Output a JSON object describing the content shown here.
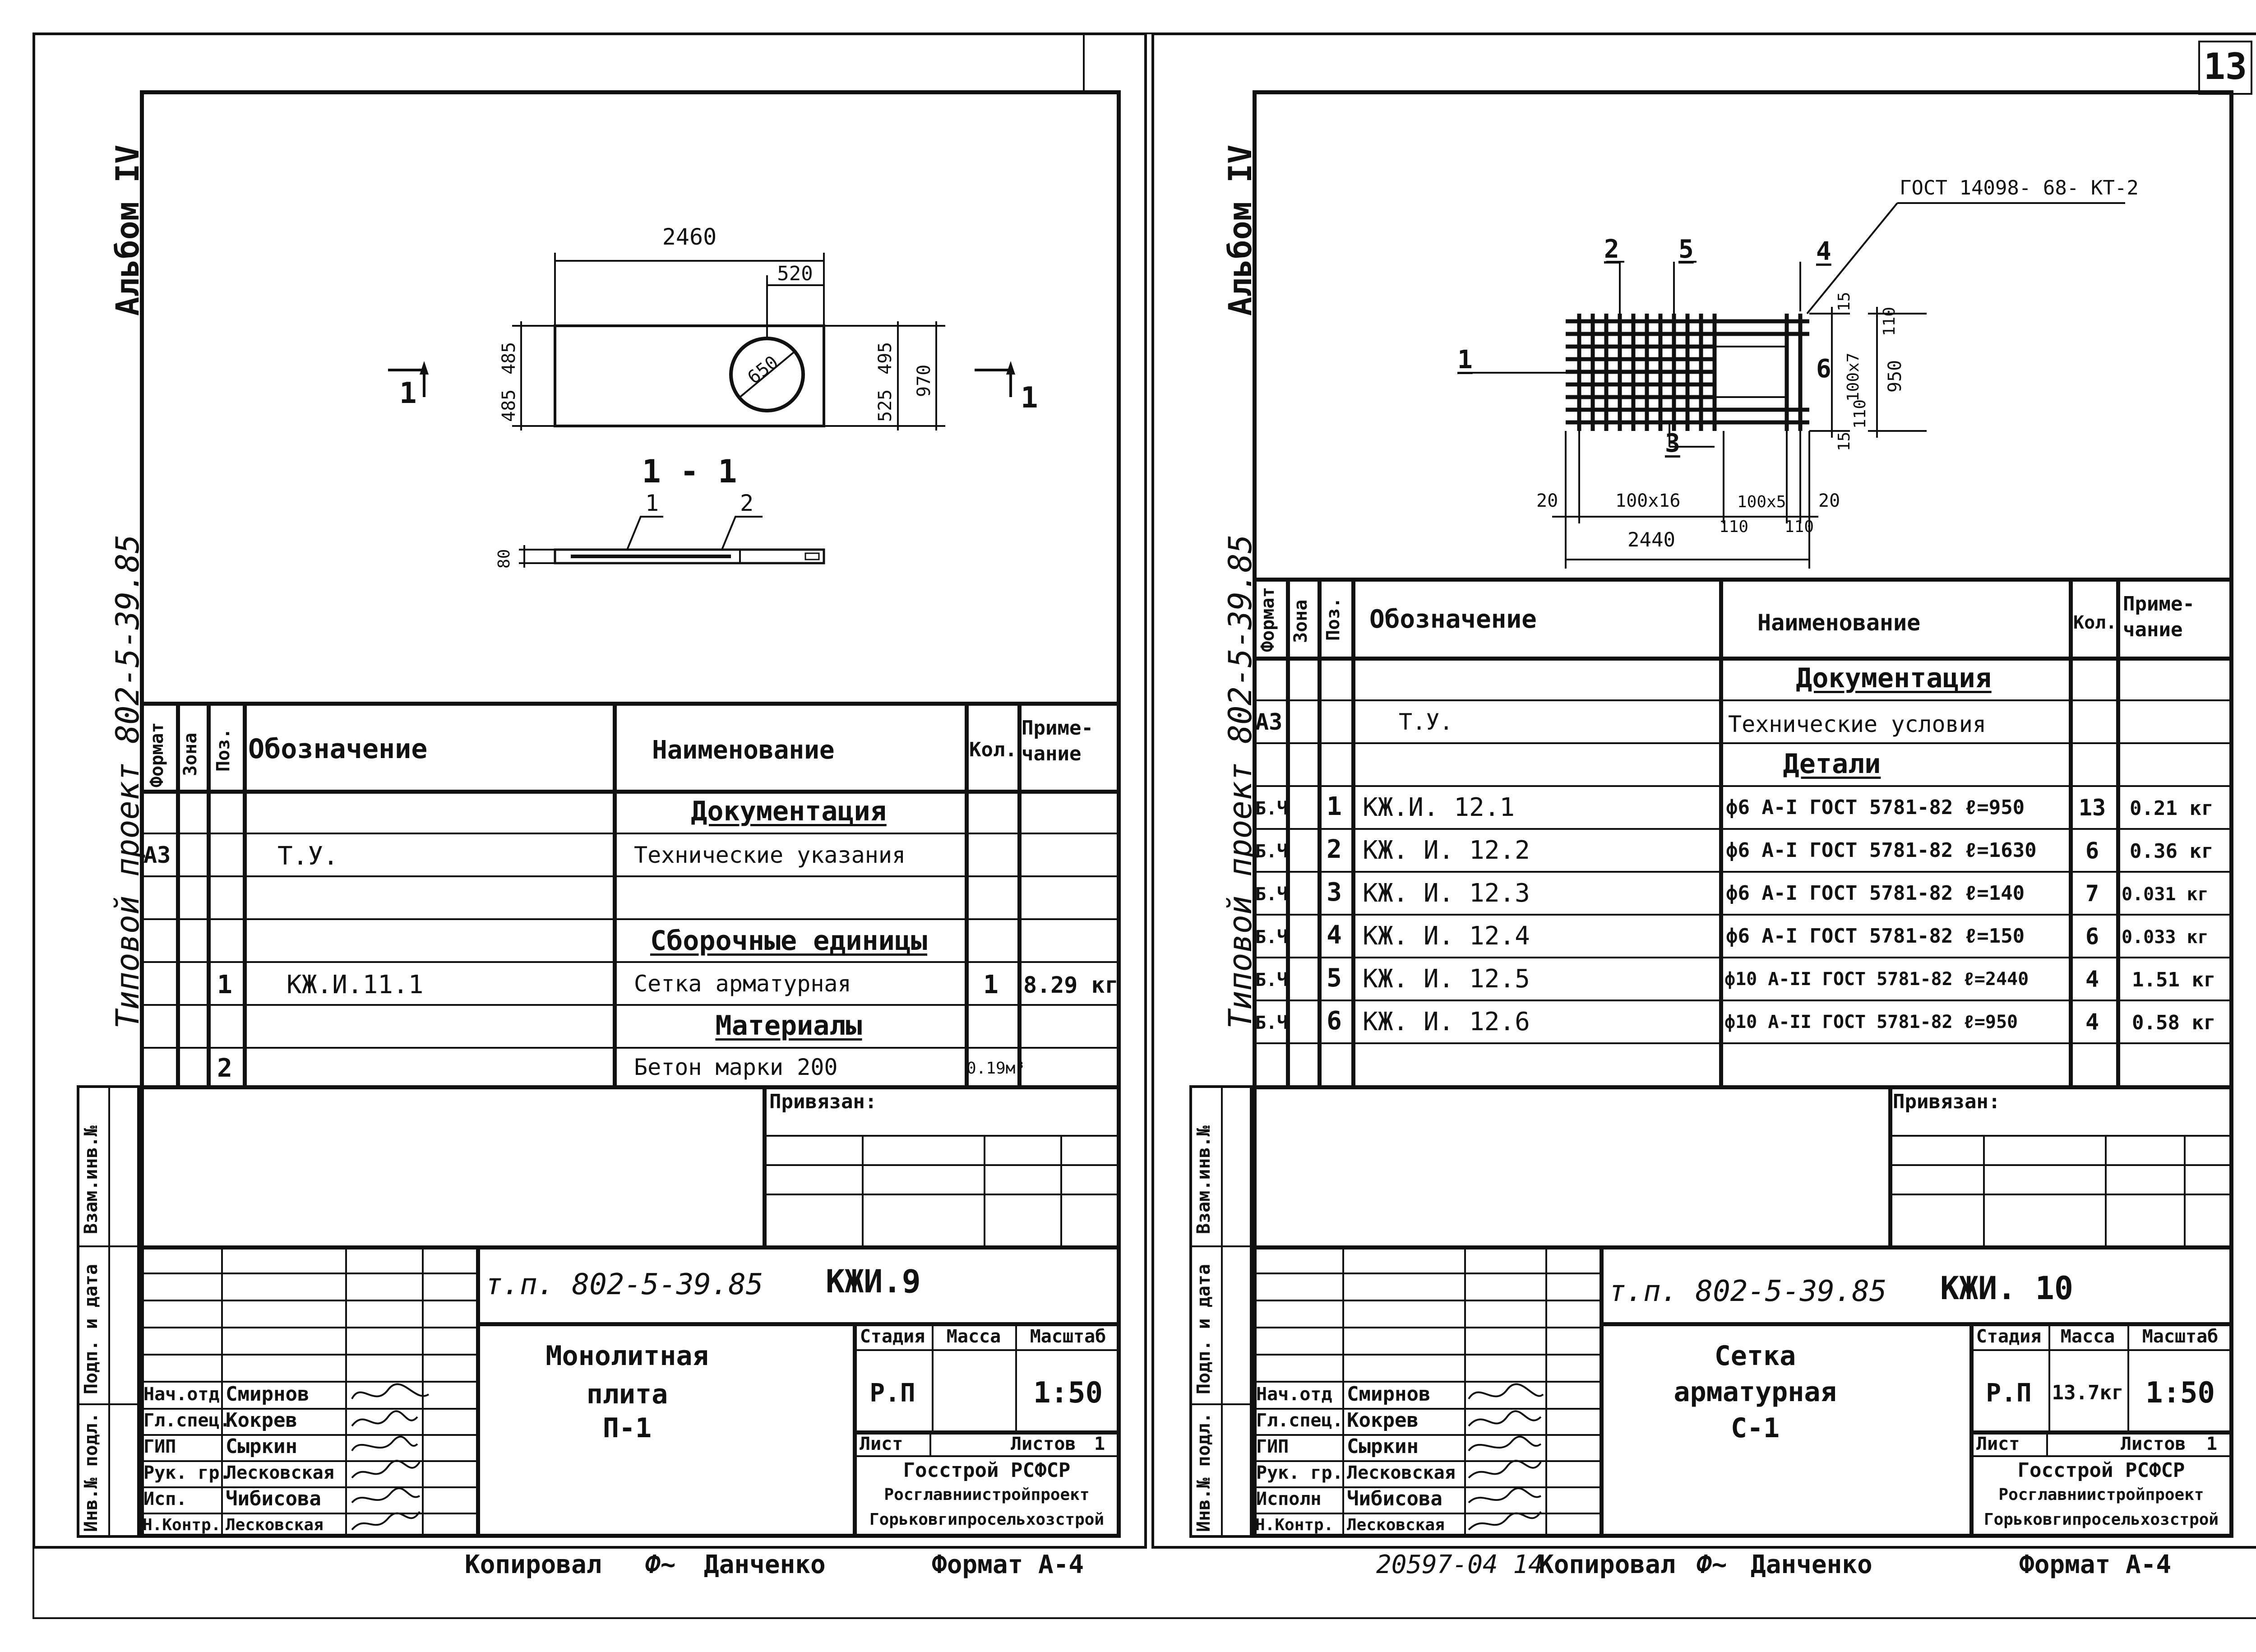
{
  "sheet_number": "13",
  "left": {
    "album": "Альбом IV",
    "project": "Типовой проект 802-5-39.85",
    "drawing": {
      "dims": {
        "width": "2460",
        "hole_offset": "520",
        "hole_dia": "650",
        "h_left_top": "485",
        "h_left_bot": "485",
        "h_right_top": "495",
        "h_right_bot": "525",
        "h_total": "970",
        "thickness": "80"
      },
      "section_label": "1 - 1",
      "cut_mark": "1",
      "leader1": "1",
      "leader2": "2"
    },
    "table": {
      "headers": {
        "format": "Формат",
        "zone": "Зона",
        "pos": "Поз.",
        "designation": "Обозначение",
        "name": "Наименование",
        "qty": "Кол.",
        "note": "Приме-чание"
      },
      "rows": [
        {
          "format": "",
          "pos": "",
          "designation": "",
          "name": "Документация",
          "qty": "",
          "note": "",
          "section": true
        },
        {
          "format": "А3",
          "pos": "",
          "designation": "Т.У.",
          "name": "Технические указания",
          "qty": "",
          "note": ""
        },
        {
          "format": "",
          "pos": "",
          "designation": "",
          "name": "",
          "qty": "",
          "note": ""
        },
        {
          "format": "",
          "pos": "",
          "designation": "",
          "name": "Сборочные единицы",
          "qty": "",
          "note": "",
          "section": true
        },
        {
          "format": "",
          "pos": "1",
          "designation": "КЖ.И.11.1",
          "name": "Сетка арматурная",
          "qty": "1",
          "note": "8.29 кг"
        },
        {
          "format": "",
          "pos": "",
          "designation": "",
          "name": "Материалы",
          "qty": "",
          "note": "",
          "section": true
        },
        {
          "format": "",
          "pos": "2",
          "designation": "",
          "name": "Бетон марки 200",
          "qty": "0.19м³",
          "note": ""
        }
      ]
    },
    "side_labels": {
      "vzam": "Взам.инв.№",
      "podp": "Подп. и дата",
      "inv": "Инв.№ подл."
    },
    "privyazan": "Привязан:",
    "stamp": {
      "doc_code": "т.п. 802-5-39.85",
      "sheet_code": "КЖИ.9",
      "title": [
        "Монолитная",
        "плита",
        "П-1"
      ],
      "stage_label": "Стадия",
      "mass_label": "Масса",
      "scale_label": "Масштаб",
      "stage": "Р.П",
      "mass": "",
      "scale": "1:50",
      "list_label": "Лист",
      "lists_label": "Листов",
      "lists_count": "1",
      "org": [
        "Госстрой РСФСР",
        "Росглавниистройпроект",
        "Горьковгипросельхозстрой"
      ],
      "people": [
        {
          "role": "Нач.отд",
          "name": "Смирнов"
        },
        {
          "role": "Гл.спец.",
          "name": "Кокрев"
        },
        {
          "role": "ГИП",
          "name": "Сыркин"
        },
        {
          "role": "Рук. гр.",
          "name": "Лесковская"
        },
        {
          "role": "Исп.",
          "name": "Чибисова"
        },
        {
          "role": "Н.Контр.",
          "name": "Лесковская"
        }
      ]
    },
    "footer": {
      "copied": "Копировал",
      "copied_by": "Данченко",
      "format": "Формат А-4"
    }
  },
  "right": {
    "album": "Альбом IV",
    "project": "Типовой проект 802-5-39.85",
    "drawing": {
      "gost_note": "ГОСТ 14098- 68- КТ-2",
      "labels": [
        "2",
        "5",
        "4",
        "1",
        "6",
        "3"
      ],
      "dims": {
        "d15a": "15",
        "d110a": "110",
        "d950": "950",
        "d100x7": "100х7",
        "d110b": "110",
        "d15b": "15",
        "d20a": "20",
        "d100x16": "100х16",
        "d100x5": "100х5",
        "d20b": "20",
        "d110c": "110",
        "d110d": "110",
        "d2440": "2440"
      }
    },
    "table": {
      "headers": {
        "format": "Формат",
        "zone": "Зона",
        "pos": "Поз.",
        "designation": "Обозначение",
        "name": "Наименование",
        "qty": "Кол.",
        "note": "Приме-чание"
      },
      "rows": [
        {
          "format": "",
          "pos": "",
          "designation": "",
          "name": "Документация",
          "qty": "",
          "note": "",
          "section": true
        },
        {
          "format": "А3",
          "pos": "",
          "designation": "Т.У.",
          "name": "Технические условия",
          "qty": "",
          "note": ""
        },
        {
          "format": "",
          "pos": "",
          "designation": "",
          "name": "Детали",
          "qty": "",
          "note": "",
          "section": true
        },
        {
          "format": "Б.Ч",
          "pos": "1",
          "designation": "КЖ.И. 12.1",
          "name": "ф6 А-I ГОСТ 5781-82 ℓ=950",
          "qty": "13",
          "note": "0.21 кг"
        },
        {
          "format": "Б.Ч",
          "pos": "2",
          "designation": "КЖ. И. 12.2",
          "name": "ф6 А-I ГОСТ 5781-82 ℓ=1630",
          "qty": "6",
          "note": "0.36 кг"
        },
        {
          "format": "Б.Ч",
          "pos": "3",
          "designation": "КЖ. И. 12.3",
          "name": "ф6 А-I ГОСТ 5781-82 ℓ=140",
          "qty": "7",
          "note": "0.031 кг"
        },
        {
          "format": "Б.Ч",
          "pos": "4",
          "designation": "КЖ. И. 12.4",
          "name": "ф6 А-I ГОСТ 5781-82 ℓ=150",
          "qty": "6",
          "note": "0.033 кг"
        },
        {
          "format": "Б.Ч",
          "pos": "5",
          "designation": "КЖ. И. 12.5",
          "name": "ф10 А-II ГОСТ 5781-82 ℓ=2440",
          "qty": "4",
          "note": "1.51 кг"
        },
        {
          "format": "Б.Ч",
          "pos": "6",
          "designation": "КЖ. И. 12.6",
          "name": "ф10 А-II ГОСТ 5781-82 ℓ=950",
          "qty": "4",
          "note": "0.58 кг"
        }
      ]
    },
    "side_labels": {
      "vzam": "Взам.инв.№",
      "podp": "Подп. и дата",
      "inv": "Инв.№ подл."
    },
    "privyazan": "Привязан:",
    "stamp": {
      "doc_code": "т.п. 802-5-39.85",
      "sheet_code": "КЖИ. 10",
      "title": [
        "Сетка",
        "арматурная",
        "С-1"
      ],
      "stage_label": "Стадия",
      "mass_label": "Масса",
      "scale_label": "Масштаб",
      "stage": "Р.П",
      "mass": "13.7кг",
      "scale": "1:50",
      "list_label": "Лист",
      "lists_label": "Листов",
      "lists_count": "1",
      "org": [
        "Госстрой РСФСР",
        "Росглавниистройпроект",
        "Горьковгипросельхозстрой"
      ],
      "people": [
        {
          "role": "Нач.отд",
          "name": "Смирнов"
        },
        {
          "role": "Гл.спец.",
          "name": "Кокрев"
        },
        {
          "role": "ГИП",
          "name": "Сыркин"
        },
        {
          "role": "Рук. гр.",
          "name": "Лесковская"
        },
        {
          "role": "Исполн",
          "name": "Чибисова"
        },
        {
          "role": "Н.Контр.",
          "name": "Лесковская"
        }
      ]
    },
    "footer": {
      "number": "20597-04 14",
      "copied": "Копировал",
      "copied_by": "Данченко",
      "format": "Формат А-4"
    }
  }
}
